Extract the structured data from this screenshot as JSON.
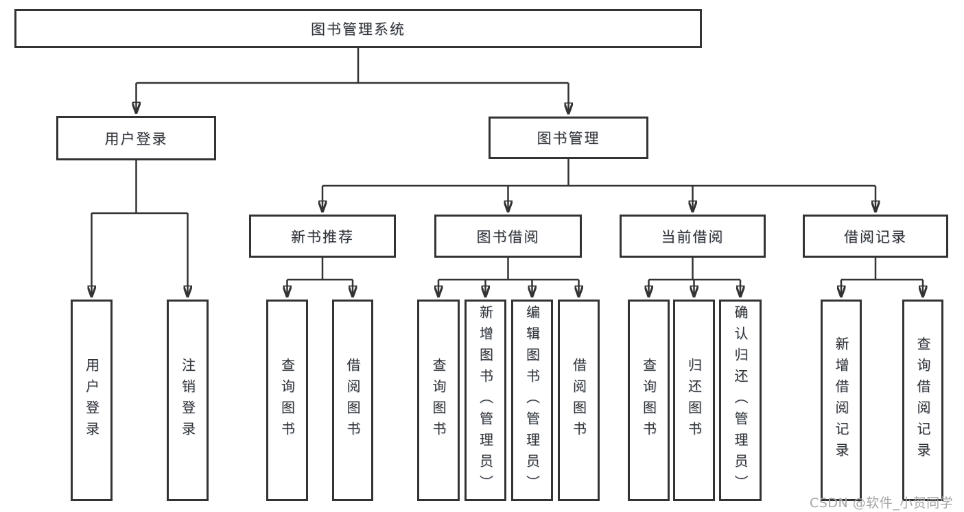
{
  "colors": {
    "line": "#333333",
    "text": "#333333",
    "box_background": "#ffffff",
    "background": "#ffffff",
    "watermark": "#a6a6a6"
  },
  "watermark": {
    "text": "CSDN @软件_小贺同学"
  },
  "tree": {
    "root": {
      "label": "图书管理系统"
    },
    "level2": [
      {
        "label": "用户登录"
      },
      {
        "label": "图书管理"
      }
    ],
    "level3": [
      {
        "label": "新书推荐"
      },
      {
        "label": "图书借阅"
      },
      {
        "label": "当前借阅"
      },
      {
        "label": "借阅记录"
      }
    ],
    "leaves": {
      "user_login": [
        {
          "label": "用户登录"
        },
        {
          "label": "注销登录"
        }
      ],
      "new_books": [
        {
          "label": "查询图书"
        },
        {
          "label": "借阅图书"
        }
      ],
      "book_borrow": [
        {
          "label": "查询图书"
        },
        {
          "label": "新增图书（管理员）"
        },
        {
          "label": "编辑图书（管理员）"
        },
        {
          "label": "借阅图书"
        }
      ],
      "current_borrow": [
        {
          "label": "查询图书"
        },
        {
          "label": "归还图书"
        },
        {
          "label": "确认归还（管理员）"
        }
      ],
      "borrow_records": [
        {
          "label": "新增借阅记录"
        },
        {
          "label": "查询借阅记录"
        }
      ]
    }
  }
}
